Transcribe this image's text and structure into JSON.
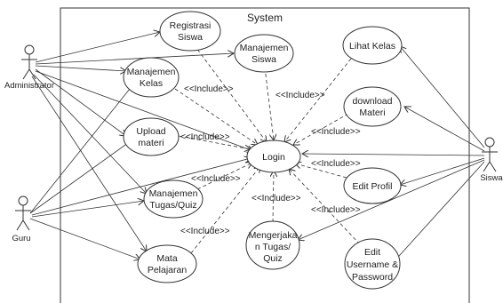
{
  "system": {
    "title": "System"
  },
  "actors": {
    "administrator": "Administrator",
    "guru": "Guru",
    "siswa": "Siswa"
  },
  "use_cases": {
    "registrasi_siswa": [
      "Registrasi",
      "Siswa"
    ],
    "manajemen_siswa": [
      "Manajemen",
      "Siswa"
    ],
    "lihat_kelas": [
      "Lihat Kelas"
    ],
    "manajemen_kelas": [
      "Manajemen",
      "Kelas"
    ],
    "download_materi": [
      "download",
      "Materi"
    ],
    "upload_materi": [
      "Upload",
      "materi"
    ],
    "login": [
      "Login"
    ],
    "edit_profil": [
      "Edit Profil"
    ],
    "manajemen_tugas_quiz": [
      "Manajemen",
      "Tugas/Quiz"
    ],
    "mengerjakan_tugas_quiz": [
      "Mengerjaka",
      "n Tugas/",
      "Quiz"
    ],
    "edit_username_password": [
      "Edit",
      "Username &",
      "Password"
    ],
    "mata_pelajaran": [
      "Mata",
      "Pelajaran"
    ]
  },
  "include_label": "<<Include>>"
}
